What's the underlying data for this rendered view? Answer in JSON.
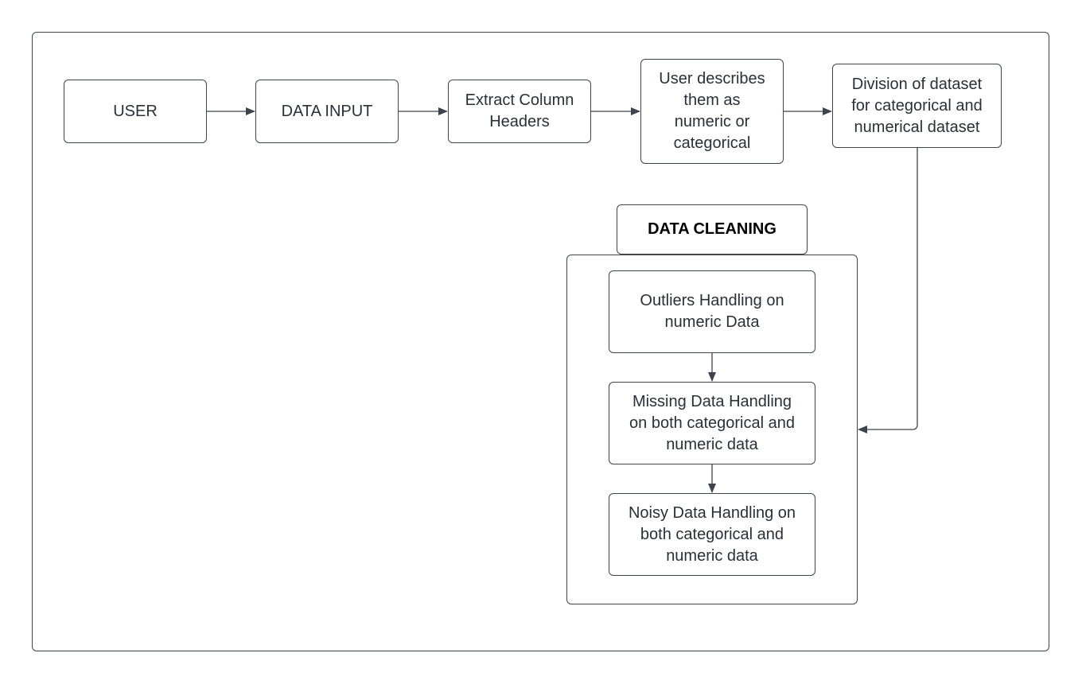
{
  "nodes": {
    "user": "USER",
    "data_input": "DATA INPUT",
    "extract_headers": "Extract Column\nHeaders",
    "describe_types": "User describes\nthem as\nnumeric or\ncategorical",
    "division": "Division of dataset\nfor categorical and\nnumerical dataset"
  },
  "data_cleaning": {
    "title": "DATA CLEANING",
    "steps": [
      "Outliers Handling on\nnumeric Data",
      "Missing Data Handling\non both categorical and\nnumeric data",
      "Noisy Data Handling on\nboth categorical and\nnumeric data"
    ]
  },
  "colors": {
    "stroke": "#3e434d",
    "text": "#2b2f38",
    "background": "#ffffff"
  }
}
